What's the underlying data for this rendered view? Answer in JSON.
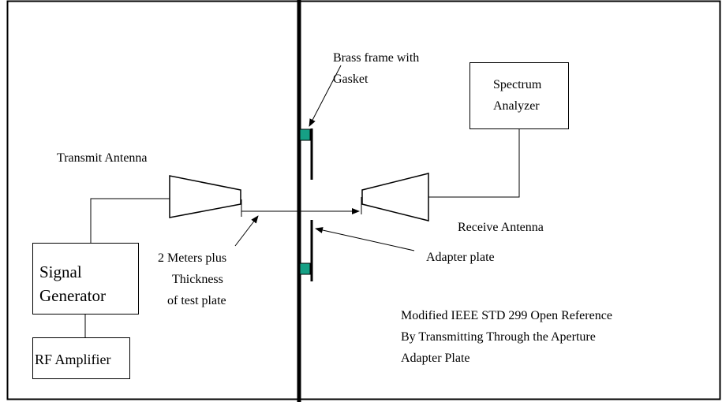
{
  "labels": {
    "brass_frame_line1": "Brass frame with",
    "brass_frame_line2": "Gasket",
    "spectrum_line1": "Spectrum",
    "spectrum_line2": "Analyzer",
    "transmit_antenna": "Transmit Antenna",
    "receive_antenna": "Receive Antenna",
    "signal_gen_line1": "Signal",
    "signal_gen_line2": "Generator",
    "rf_amplifier": "RF Amplifier",
    "distance_line1": "2 Meters plus",
    "distance_line2": "Thickness",
    "distance_line3": "of test plate",
    "adapter_plate": "Adapter plate",
    "caption_line1": "Modified IEEE STD 299 Open Reference",
    "caption_line2": "By Transmitting Through the Aperture",
    "caption_line3": "Adapter Plate"
  },
  "colors": {
    "gasket": "#16a085",
    "line": "#000000"
  }
}
